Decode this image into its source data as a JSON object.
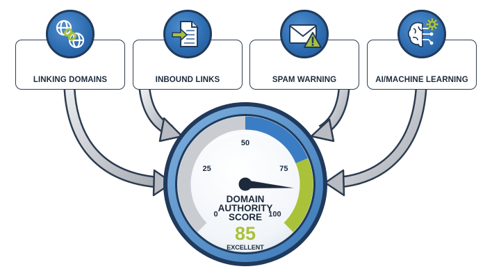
{
  "factors": [
    {
      "label": "LINKING DOMAINS",
      "icon": "globe-chain-icon"
    },
    {
      "label": "INBOUND LINKS",
      "icon": "document-arrow-icon"
    },
    {
      "label": "SPAM WARNING",
      "icon": "envelope-warning-icon"
    },
    {
      "label": "AI/MACHINE LEARNING",
      "icon": "brain-gear-icon"
    }
  ],
  "gauge": {
    "ticks": [
      "0",
      "25",
      "50",
      "75",
      "100"
    ],
    "title_lines": [
      "DOMAIN",
      "AUTHORITY",
      "SCORE"
    ],
    "score": "85",
    "score_value": 85,
    "rating": "EXCELLENT",
    "range": [
      0,
      100
    ]
  },
  "colors": {
    "navy": "#203a5c",
    "blue": "#3a7dc4",
    "green": "#a9c23a",
    "gray": "#c9ccd1"
  }
}
